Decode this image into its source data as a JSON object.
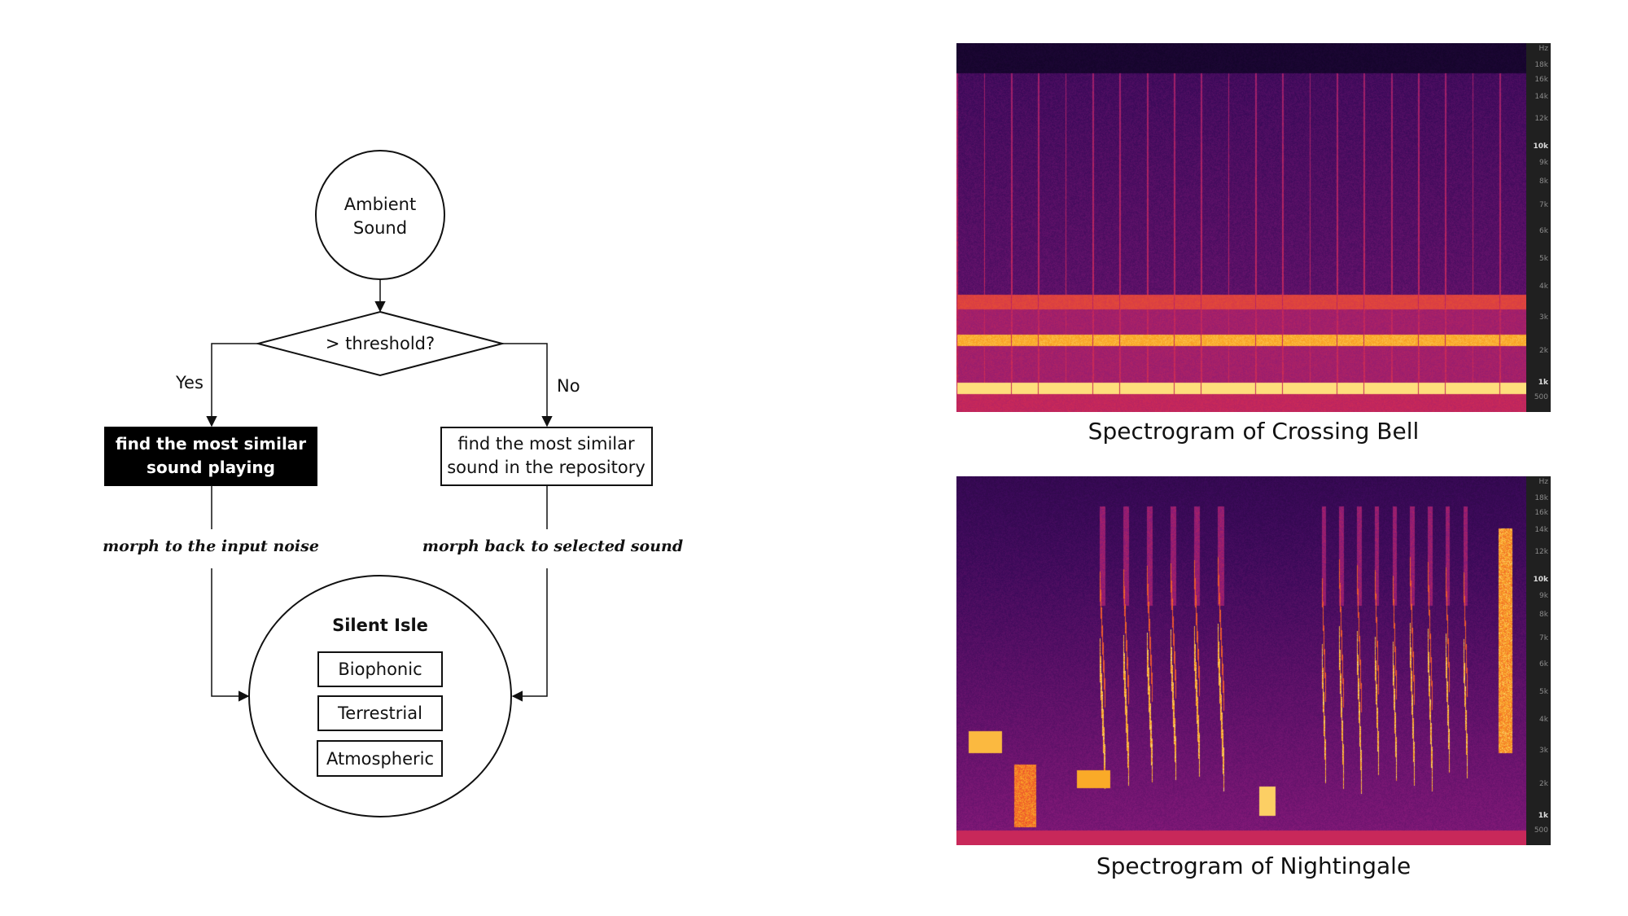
{
  "flow": {
    "start": {
      "line1": "Ambient",
      "line2": "Sound"
    },
    "decision": {
      "label": "> threshold?"
    },
    "yes_label": "Yes",
    "no_label": "No",
    "left_box": {
      "line1": "find the most similar",
      "line2": "sound playing"
    },
    "right_box": {
      "line1": "find the most similar",
      "line2": "sound in the repository"
    },
    "left_edge_label": "morph to the input noise",
    "right_edge_label": "morph back to selected sound",
    "end": {
      "title": "Silent Isle",
      "items": [
        "Biophonic",
        "Terrestrial",
        "Atmospheric"
      ]
    }
  },
  "spectrograms": [
    {
      "caption": "Spectrogram of Crossing Bell",
      "axis_unit": "Hz",
      "ticks": [
        "18k",
        "16k",
        "14k",
        "12k",
        "10k",
        "9k",
        "8k",
        "7k",
        "6k",
        "5k",
        "4k",
        "3k",
        "2k",
        "1k",
        "500"
      ],
      "bold_ticks": [
        "10k",
        "1k"
      ]
    },
    {
      "caption": "Spectrogram of Nightingale",
      "axis_unit": "Hz",
      "ticks": [
        "18k",
        "16k",
        "14k",
        "12k",
        "10k",
        "9k",
        "8k",
        "7k",
        "6k",
        "5k",
        "4k",
        "3k",
        "2k",
        "1k",
        "500"
      ],
      "bold_ticks": [
        "10k",
        "1k"
      ]
    }
  ],
  "colors": {
    "spectrogram_low": "#1a0730",
    "spectrogram_mid": "#9a1d7a",
    "spectrogram_high": "#ffe27a",
    "axis_bg": "#202020"
  }
}
